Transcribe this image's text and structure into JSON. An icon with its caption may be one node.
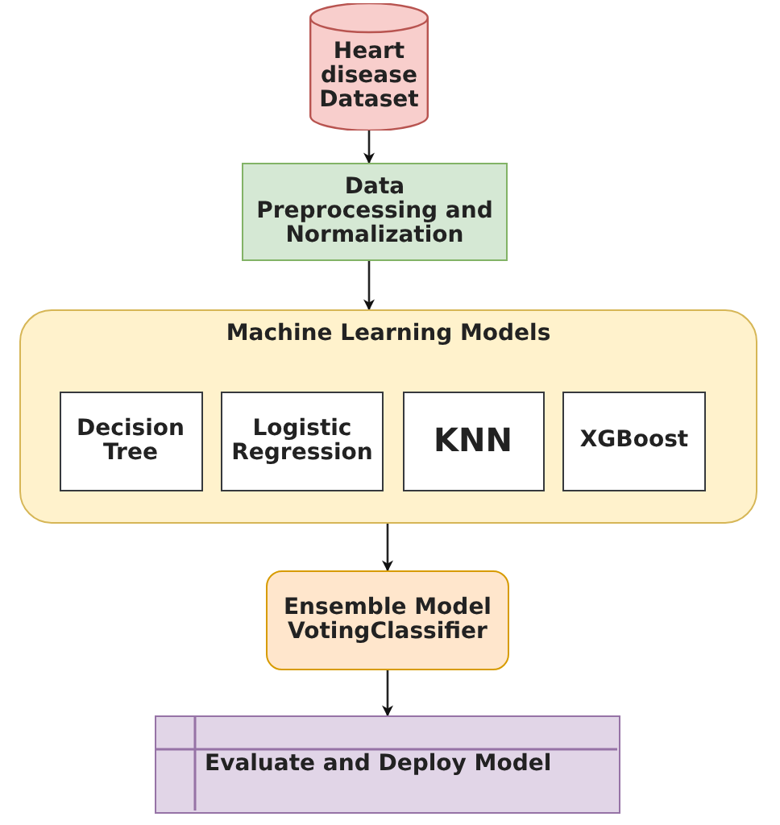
{
  "diagram": {
    "nodes": [
      {
        "text": [
          "Heart disease Dataset"
        ]
      },
      {
        "text": [
          "Data Preprocessing and Normalization"
        ]
      },
      {
        "text": [
          "Machine Learning Models"
        ]
      },
      {
        "text": [
          "Decision Tree"
        ],
        "in": 2
      },
      {
        "text": [
          "Logistic Regression"
        ],
        "in": 2
      },
      {
        "text": [
          "KNN"
        ],
        "in": 2
      },
      {
        "text": [
          "XGBoost"
        ],
        "in": 2
      },
      {
        "text": [
          "Ensemble Model VotingClassifier"
        ]
      },
      {
        "text": [
          "Evaluate and Deploy Model"
        ]
      }
    ],
    "edges": [
      {
        "from": 0,
        "to": 1,
        "arrow": "to"
      },
      {
        "from": 1,
        "to": 2,
        "arrow": "to"
      },
      {
        "from": 2,
        "to": 7,
        "arrow": "to"
      },
      {
        "from": 7,
        "to": 8,
        "arrow": "to"
      }
    ]
  }
}
